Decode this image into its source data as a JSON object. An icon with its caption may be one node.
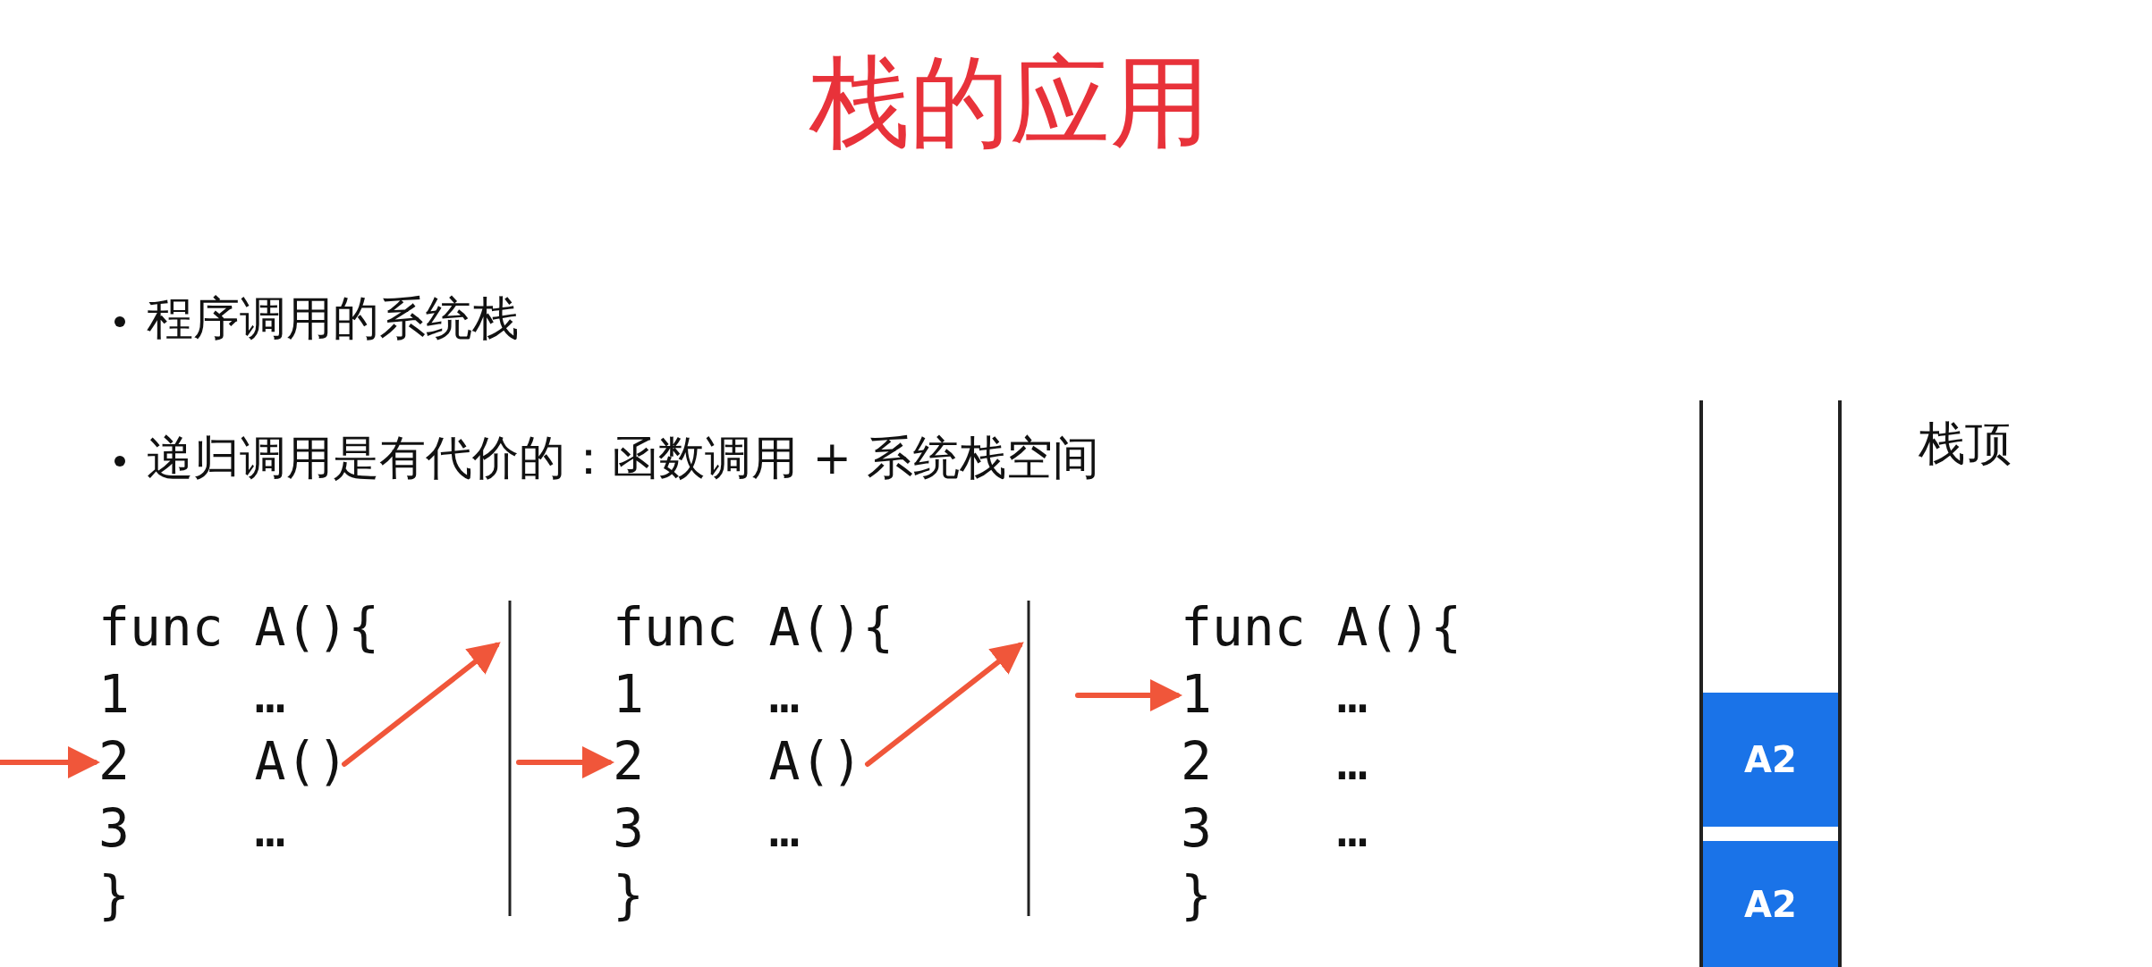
{
  "diagram": {
    "title": "栈的应用",
    "nodes": [
      {
        "text": [
          "func A(){",
          "1    …",
          "2    A()",
          "3    …",
          "}"
        ]
      },
      {
        "text": [
          "func A(){",
          "1    …",
          "2    A()",
          "3    …",
          "}"
        ]
      },
      {
        "text": [
          "func A(){",
          "1    …",
          "2    …",
          "3    …",
          "}"
        ]
      },
      {
        "text": [
          "A2"
        ]
      },
      {
        "text": [
          "A2"
        ]
      }
    ],
    "edges": [
      {
        "from": null,
        "to": 0,
        "arrow": "to"
      },
      {
        "from": 0,
        "to": null,
        "arrow": "to"
      },
      {
        "from": null,
        "to": 1,
        "arrow": "to"
      },
      {
        "from": 1,
        "to": null,
        "arrow": "to"
      },
      {
        "from": null,
        "to": 2,
        "arrow": "to"
      }
    ],
    "labels": [
      "程序调用的系统栈",
      "递归调用是有代价的：函数调用 + 系统栈空间",
      "栈顶"
    ]
  }
}
